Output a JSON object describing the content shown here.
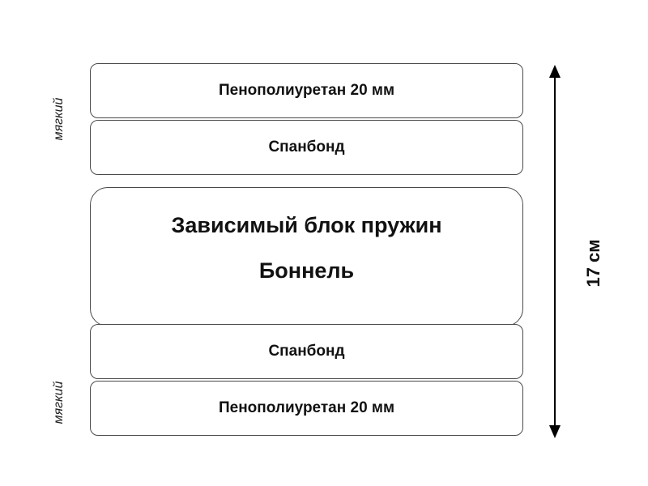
{
  "layers": [
    {
      "label": "Пенополиуретан 20 мм"
    },
    {
      "label": "Спанбонд"
    },
    {
      "label_line1": "Зависимый блок пружин",
      "label_line2": "Боннель"
    },
    {
      "label": "Спанбонд"
    },
    {
      "label": "Пенополиуретан 20 мм"
    }
  ],
  "side_labels": {
    "top": "мягкий",
    "bottom": "мягкий"
  },
  "dimension": {
    "label": "17 см"
  },
  "colors": {
    "border": "#4a4a4a",
    "text": "#111111",
    "arrow": "#000000"
  }
}
